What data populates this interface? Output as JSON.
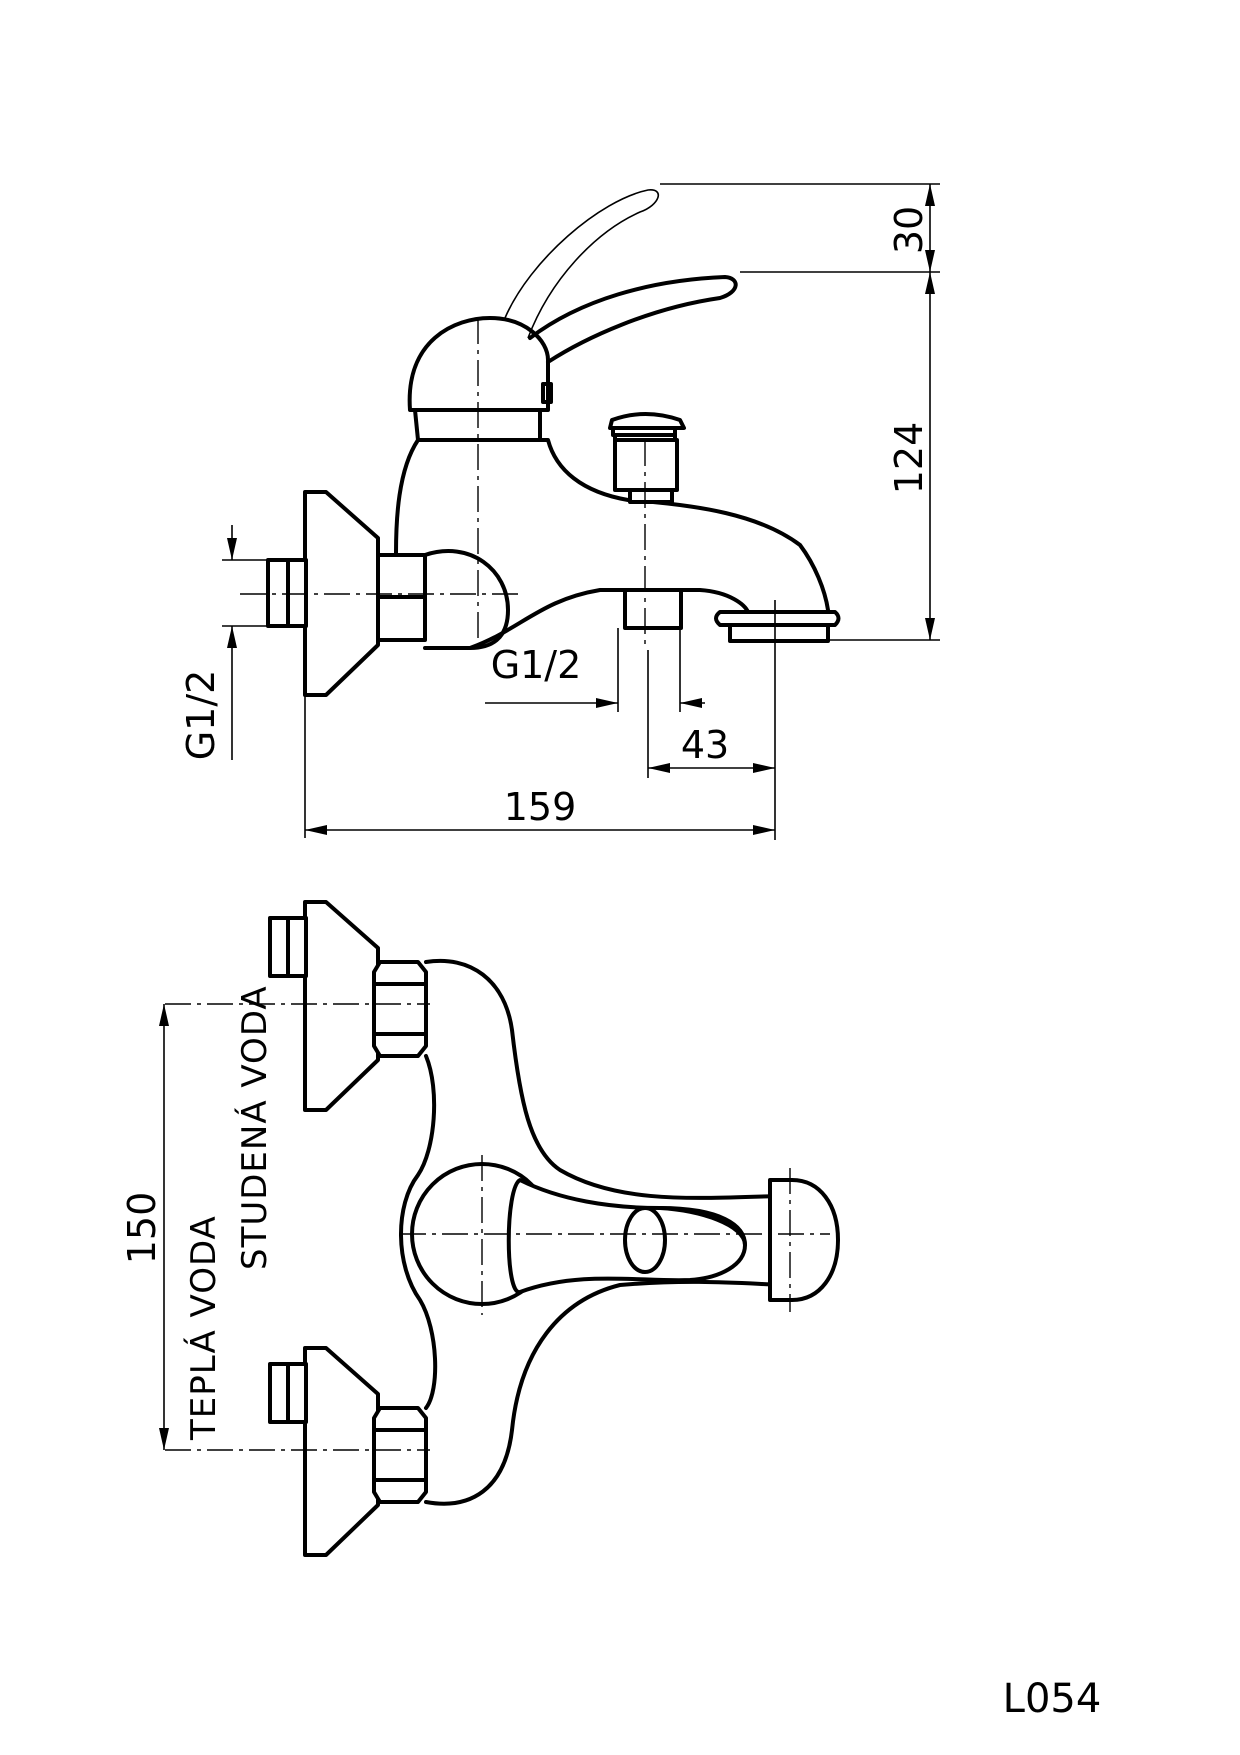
{
  "side_view": {
    "dim_height_top": "30",
    "dim_height_main": "124",
    "dim_thread_left": "G1/2",
    "dim_thread_bottom": "G1/2",
    "dim_offset": "43",
    "dim_length": "159"
  },
  "top_view": {
    "dim_spacing": "150",
    "label_hot": "TEPLÁ VODA",
    "label_cold": "STUDENÁ VODA"
  },
  "drawing_code": "L054"
}
